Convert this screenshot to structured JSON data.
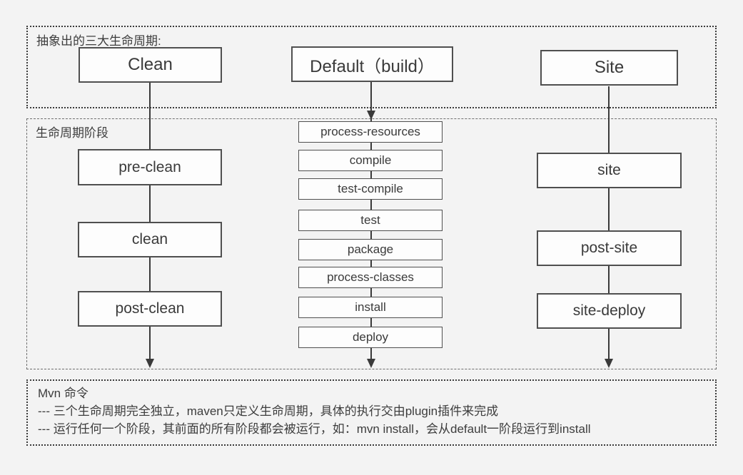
{
  "colors": {
    "background": "#f3f3f3",
    "panel_border": "#3a3a3a",
    "node_border": "#4f4f4f",
    "node_background": "#fdfdfd",
    "text": "#3d3d3d",
    "connector": "#3a3a3a"
  },
  "sections": {
    "lifecycles": {
      "label": "抽象出的三大生命周期:",
      "boxes": [
        {
          "label": "Clean"
        },
        {
          "label": "Default（build）"
        },
        {
          "label": "Site"
        }
      ]
    },
    "phases": {
      "label": "生命周期阶段",
      "clean_phases": [
        "pre-clean",
        "clean",
        "post-clean"
      ],
      "default_phases": [
        "process-resources",
        "compile",
        "test-compile",
        "test",
        "package",
        "process-classes",
        "install",
        "deploy"
      ],
      "site_phases": [
        "site",
        "post-site",
        "site-deploy"
      ]
    },
    "notes": {
      "title": "Mvn 命令",
      "lines": [
        "--- 三个生命周期完全独立，maven只定义生命周期，具体的执行交由plugin插件来完成",
        "--- 运行任何一个阶段，其前面的所有阶段都会被运行，如：mvn install，会从default一阶段运行到install"
      ]
    }
  }
}
